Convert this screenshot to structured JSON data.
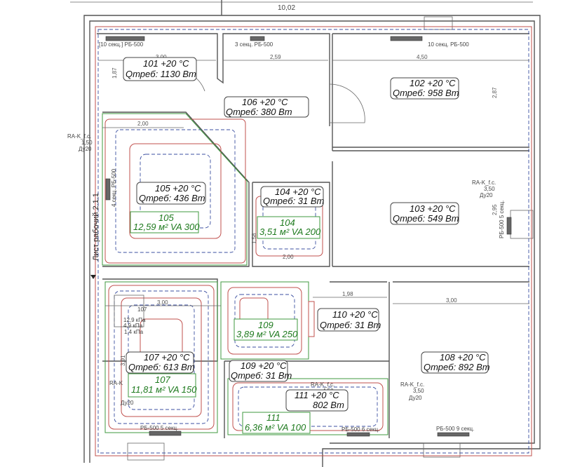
{
  "top_dimension": "10,02",
  "sheet_label": "Лист рабочий 2.1.1",
  "rooms": [
    {
      "id": "101",
      "temp": "101  +20 °C",
      "q": "Qтреб: 1130 Вт"
    },
    {
      "id": "102",
      "temp": "102  +20 °C",
      "q": "Qтреб: 958 Вт"
    },
    {
      "id": "103",
      "temp": "103  +20 °C",
      "q": "Qтреб: 549 Вт"
    },
    {
      "id": "104",
      "temp": "104  +20 °C",
      "q": "Qтреб: 31 Вт"
    },
    {
      "id": "105",
      "temp": "105  +20 °C",
      "q": "Qтреб: 436 Вт"
    },
    {
      "id": "106",
      "temp": "106  +20 °C",
      "q": "Qтреб: 380 Вт"
    },
    {
      "id": "107",
      "temp": "107  +20 °C",
      "q": "Qтреб: 613 Вт"
    },
    {
      "id": "108",
      "temp": "108  +20 °C",
      "q": "Qтреб: 892 Вт"
    },
    {
      "id": "109",
      "temp": "109  +20 °C",
      "q": "Qтреб: 31 Вт"
    },
    {
      "id": "110",
      "temp": "110  +20 °C",
      "q": "Qтреб: 31 Вт"
    },
    {
      "id": "111",
      "temp": "111  +20 °C",
      "q": "802 Вт"
    }
  ],
  "floor_loops": [
    {
      "id": "105",
      "spec": "12,59 м²  VA 300"
    },
    {
      "id": "104",
      "spec": "3,51 м²  VA 200"
    },
    {
      "id": "109",
      "spec": "3,89 м²  VA 250"
    },
    {
      "id": "107",
      "spec": "11,81 м²  VA 150"
    },
    {
      "id": "111",
      "spec": "6,36 м²  VA 100"
    }
  ],
  "radiators": [
    "[10 секц.]  РБ-500",
    "3 секц.  РБ-500",
    "10 секц.  РБ-500",
    "4 секц.  РБ-500",
    "РБ-500  5 секц.",
    "РБ-500  5 секц.",
    "РБ-500  6 секц.",
    "РБ-500  9 секц."
  ],
  "valves": [
    {
      "name": "RA-K_f.c.",
      "value": "1,50",
      "dn": "Ду20"
    },
    {
      "name": "RA-K_f.c.",
      "value": "3,50",
      "dn": "Ду20"
    },
    {
      "name": "RA-K_f.c.",
      "value": "3,50",
      "dn": "Ду20"
    },
    {
      "name": "RA-K",
      "value": "",
      "dn": "Ду20"
    },
    {
      "name": "RA-K_f.c.",
      "value": "4,50",
      "dn": ""
    }
  ],
  "dimensions": [
    "3,00",
    "2,59",
    "4,50",
    "1,87",
    "2,87",
    "2,00",
    "1,58",
    "2,00",
    "2,95",
    "1,98",
    "3,00",
    "3,00",
    "3,91"
  ],
  "manifold": {
    "room": "107",
    "p1": "12,9 кПа",
    "p2": "4,9 кПа",
    "p3": "1,4 кПа"
  }
}
